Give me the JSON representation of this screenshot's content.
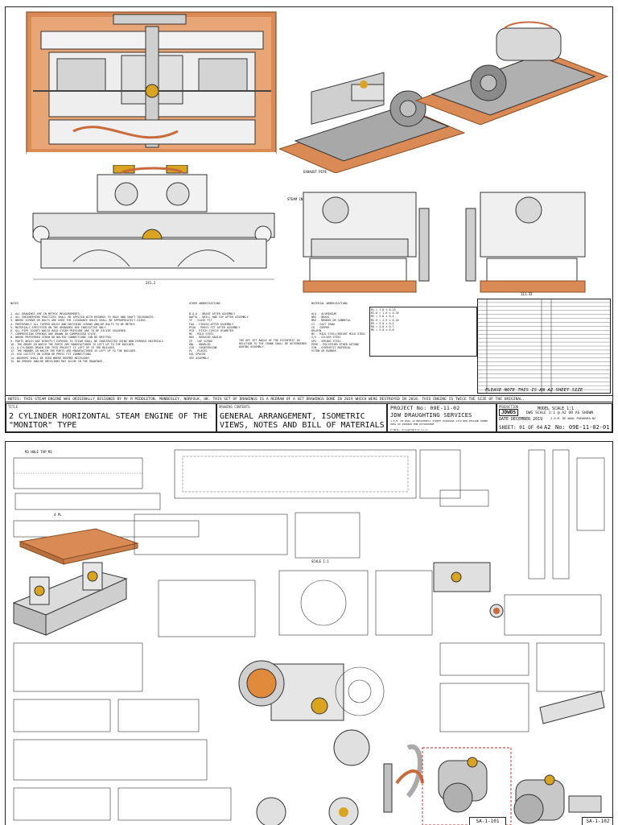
{
  "sheet1": {
    "dims": {
      "front_width": "241.2",
      "side_width": "111.33"
    },
    "view_labels": {
      "exhaust": "EXHAUST PIPE",
      "steam_in": "STEAM IN"
    },
    "notes_heading": "NOTES",
    "notes": [
      "1. ALL DRAWINGS ARE IN METRIC MEASUREMENTS.",
      "2. ALL ENGINEERING PRACTICES SHALL BE APPLIED WITH REGARDS TO HOLE AND SHAFT TOLERANCES.",
      "3. WHERE SCREWS OR BOLTS ARE USED THE CLEARANCE HOLES SHALL BE APPROPRIATELY SIZED.",
      "4. PREFERABLY ALL TAPPED HOLES AND MATCHING SCREWS AND/OR BOLTS TO BE METRIC.",
      "5. MATERIALS SPECIFIED ON THE DRAWINGS ARE INDICATIVE ONLY.",
      "6. ALL PIPE JOINTS WHICH HOLD STEAM PRESSURE ARE TO BE SILVER SOLDERED.",
      "7. COMPRESSION SPRINGS ARE DRAWN IN COMPRESSED STATE.",
      "8. WHERE PREFERRED SCREW OR BOLTED CONNECTIONS CAN BE OMITTED.",
      "9. PARTS WHICH ARE DIRECTLY EXPOSED TO STEAM SHALL BE CONSTRUCTED USING NON-FERROUS MATERIALS.",
      "10. THE ORDER IN WHICH THE PARTS ARE MANUFACTURED IS LEFT UP TO THE BUILDER.",
      "11. A CYLINDER DRAIN FOR THIS PROJECT IS LEFT UP TO THE BUILDER.",
      "12. THE MANNER IN WHICH THE PARTS ARE MANUFACTURED IS LEFT UP TO THE BUILDER.",
      "13. USE LOCTITE ON SCREW OR PRESS FIT CONNECTIONS.",
      "14. WASHERS SHALL BE USED WHERE DEEMED NECESSARY.",
      "15. NO ERRORS AND/OR OMISSIONS MAY OCCUR IN THE DRAWINGS."
    ],
    "abbrev_heading": "OTHER ABBREVIATIONS",
    "abbrevs": [
      "B.A.A - BRAZE AFTER ASSEMBLY",
      "DAFTA - DRILL AND TAP AFTER ASSEMBLY",
      "CF - CLOSE FIT",
      "FAA - FINISH AFTER ASSEMBLY",
      "PFAA - PRESS FIT AFTER ASSEMBLY",
      "PCD - PITCH CIRCLE DIAMETER",
      "MS - MILD STEEL",
      "RDS - REDUCED RADIUS",
      "CP - CAP SCREW",
      "KNL - KNURLED",
      "CSK - COUNTERSINK",
      "PL - PLACES",
      "EQL SPACED",
      "SEE ASSEMBLY"
    ],
    "shaft_note": "THE OFF SET ANGLE OF THE ECCENTRIC IN RELATION TO THE CRANK SHALL BE DETERMINED DURING ASSEMBLY.",
    "material_heading": "MATERIAL ABBREVIATIONS",
    "materials": [
      "ALU - ALUMINIUM",
      "BRS - BRASS",
      "BRZ - BRONZE OR GUNMETAL",
      "CI - CAST IRON",
      "CU - COPPER",
      "DELRIN",
      "MS - MILD STEEL/BRIGHT MILD STEEL",
      "S/S - SILVER STEEL",
      "SPS - SPRING STEEL",
      "PEEK - POLYETHER ETHER KETONE",
      "SYN - SYNTHETIC MATERIAL",
      "VITON OR RUBBER"
    ],
    "thread_rows": [
      "M1 = 1.0 x 0.25",
      "M1.6 = 1.6 x 0.35",
      "M2 = 2.0 x 0.4",
      "M2.5 = 2.5 x 0.45",
      "M3 = 3.0 x 0.5",
      "M4 = 4.0 x 0.7",
      "M5 = 5.0 x 0.8"
    ],
    "bom_rows": 24,
    "banner": "NOTES: THIS STEAM ENGINE WAS ORIGINALLY DESIGNED BY Mr R MIDDLETON, MUNDESLEY, NORFOLK, UK. THIS SET OF DRAWINGS IS A REDRAW OF A SET DRAWINGS DONE IN 2019 WHICH WERE DESTROYED IN 2018. THIS ENGINE IS TWICE THE SIZE OF THE ORIGINAL.",
    "please_note": "PLEASE NOTE THIS IS AN A2 SHEET SIZE",
    "title_block": {
      "title_hdr": "TITLE",
      "title_line1": "2 CYLINDER HORIZONTAL STEAM ENGINE OF THE",
      "title_line2": "\"MONITOR\" TYPE",
      "contents_hdr": "DRAWING CONTENTS",
      "contents_line1": "GENERAL ARRANGEMENT, ISOMETRIC",
      "contents_line2": "VIEWS, NOTES AND BILL OF MATERIALS",
      "project": "PROJECT No: 09E-11-02",
      "company": "JDW DRAUGHTING SERVICES",
      "address": "J.A.M. DE WAAL  12 BRIGHTWELL STREET PAPAKURA 2110  NEW ZEALAND  PHONE 0064 09 2988400  MOB 0275890800",
      "email": "E-MAIL: draught@xtra.co.nz",
      "jdwds": "JDWDS",
      "production_hdr": "PRODUCTION",
      "model_scale": "MODEL SCALE 1:1",
      "dwg_scale": "DWG SCALE 1:1 @ A2 OR AS SHOWN",
      "date": "DATE DECEMBER 2019",
      "drawn": "J.A.M. DE WAAL PAPAKURA NZ",
      "sheet": "SHEET: 01 OF 04",
      "size": "A2",
      "dwg_no": "No: 09E-11-02-01"
    }
  },
  "sheet2": {
    "note1": "M3 HOLE TAP M3",
    "note2": "4 PL",
    "part_labels": [
      "SA-1-101",
      "SA-1-102"
    ],
    "scale_note": "SCALE 1:1"
  },
  "colors": {
    "wood": "#d98a55",
    "metal_light": "#e4e4e4",
    "metal_dark": "#6e6e6e",
    "brass": "#d9a520",
    "copper": "#c86a3a",
    "dashed_red": "#cc2222"
  }
}
